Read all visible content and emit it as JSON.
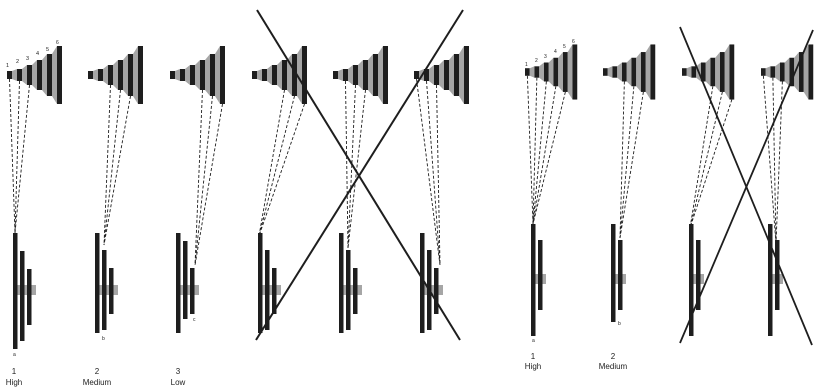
{
  "top_scale_numbers": [
    "1",
    "2",
    "3",
    "4",
    "5",
    "6"
  ],
  "left_group": {
    "panels": [
      {
        "letter": "a",
        "number": "1",
        "caption": "High"
      },
      {
        "letter": "b",
        "number": "2",
        "caption": "Medium"
      },
      {
        "letter": "c",
        "number": "3",
        "caption": "Low"
      }
    ]
  },
  "right_group": {
    "panels": [
      {
        "letter": "a",
        "number": "1",
        "caption": "High"
      },
      {
        "letter": "b",
        "number": "2",
        "caption": "Medium"
      }
    ]
  },
  "colors": {
    "ink": "#1e1e1e",
    "gray_fill": "#a6a6a6"
  }
}
